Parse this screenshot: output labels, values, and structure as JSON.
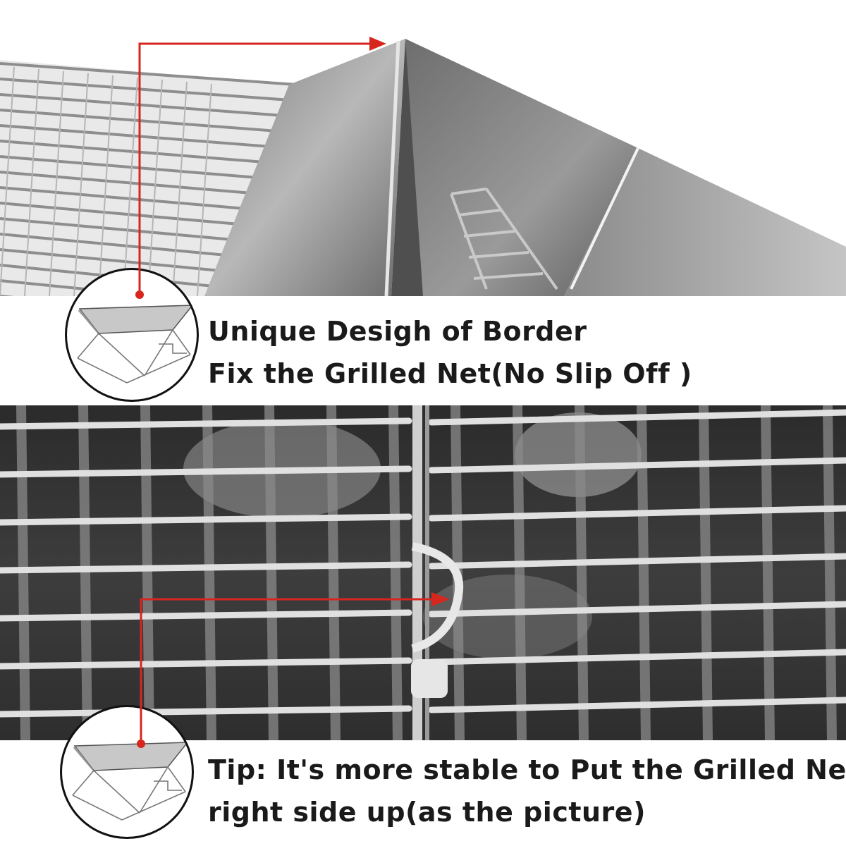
{
  "captions": {
    "top": {
      "line1": "Unique Desigh of Border",
      "line2": "Fix the Grilled Net(No Slip Off )"
    },
    "bottom": {
      "line1": "Tip: It's more stable to Put the Grilled Net",
      "line2": "right side up(as the picture)"
    }
  },
  "colors": {
    "callout": "#d7261e",
    "text": "#1a1a1a",
    "steel_light": "#d9d9d9",
    "steel_dark": "#3a3a3a"
  },
  "icons": {
    "top_thumbnail": "folding-grill-icon",
    "bottom_thumbnail": "folding-grill-icon"
  }
}
